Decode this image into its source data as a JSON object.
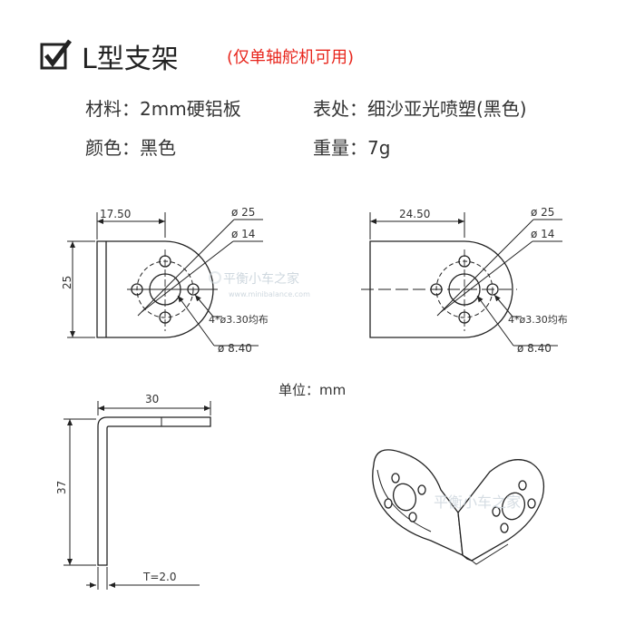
{
  "header": {
    "title": "L型支架",
    "note": "(仅单轴舵机可用)"
  },
  "specs": {
    "material_label": "材料：",
    "material_value": "2mm硬铝板",
    "finish_label": "表处：",
    "finish_value": "细沙亚光喷塑(黑色)",
    "color_label": "颜色：",
    "color_value": "黑色",
    "weight_label": "重量：",
    "weight_value": "7g"
  },
  "drawing1": {
    "width_dim": "17.50",
    "height_dim": "25",
    "d_outer": "ø 25",
    "d_inner": "ø 14",
    "holes": "4*ø3.30均布",
    "d_center": "ø 8.40"
  },
  "drawing2": {
    "width_dim": "24.50",
    "d_outer": "ø 25",
    "d_inner": "ø 14",
    "holes": "4*ø3.30均布",
    "d_center": "ø 8.40"
  },
  "unit_label": "单位：mm",
  "side_view": {
    "top_dim": "30",
    "height_dim": "37",
    "thickness": "T=2.0"
  },
  "watermark": {
    "brand": "平衡小车之家",
    "url": "www.minibalance.com"
  },
  "colors": {
    "accent_red": "#e8261d",
    "line": "#222222"
  }
}
